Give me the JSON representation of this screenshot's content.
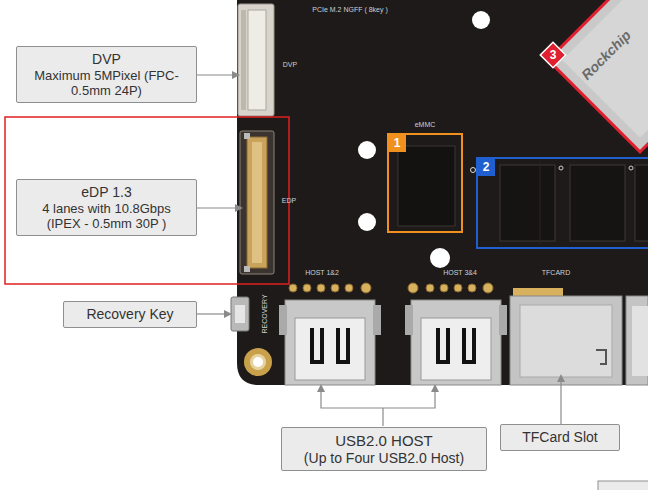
{
  "diagram": {
    "nodes": [
      {
        "text": [
          "DVP",
          "Maximum 5MPixel (FPC-0.5mm 24P)"
        ]
      },
      {
        "text": [
          "eDP 1.3",
          "4 lanes with 10.8Gbps (IPEX - 0.5mm 30P )"
        ]
      },
      {
        "text": [
          "Recovery Key"
        ]
      },
      {
        "text": [
          "USB2.0 HOST",
          "(Up to Four USB2.0 Host)"
        ]
      },
      {
        "text": [
          "TFCard Slot"
        ]
      }
    ],
    "labels": [
      "PCIe M.2 NGFF ( 8key )",
      "DVP",
      "eMMC",
      "EDP",
      "1",
      "2",
      "3",
      "Rockchip",
      "HOST 1&2",
      "HOST 3&4",
      "TFCARD",
      "RECOVERY"
    ]
  }
}
